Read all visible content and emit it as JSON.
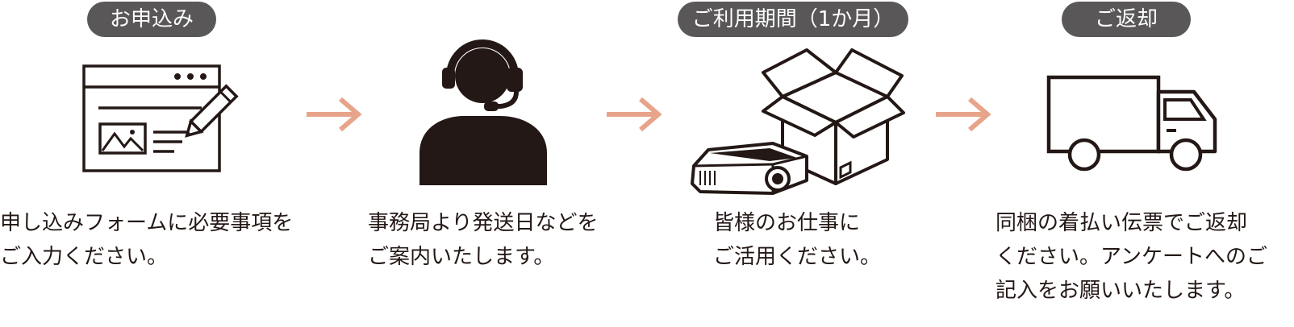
{
  "steps": [
    {
      "label": "お申込み",
      "icon": "browser-form-icon",
      "lines": [
        "申し込みフォームに必要事項を",
        "ご入力ください。"
      ]
    },
    {
      "label": "",
      "icon": "operator-headset-icon",
      "lines": [
        "事務局より発送日などを",
        "ご案内いたします。"
      ]
    },
    {
      "label": "ご利用期間（1か月）",
      "icon": "box-projector-icon",
      "lines": [
        "皆様のお仕事に",
        "ご活用ください。"
      ]
    },
    {
      "label": "ご返却",
      "icon": "delivery-truck-icon",
      "lines": [
        "同梱の着払い伝票でご返却",
        "ください。アンケートへのご",
        "記入をお願いいたします。"
      ]
    }
  ],
  "colors": {
    "pill": "#595757",
    "arrow": "#E8A48A",
    "icon": "#231815"
  }
}
